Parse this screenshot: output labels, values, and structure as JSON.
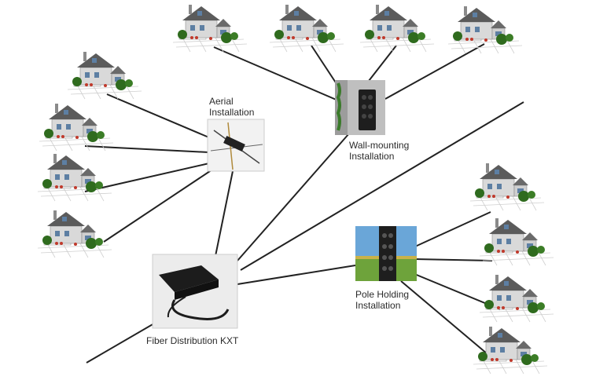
{
  "nodes": {
    "aerial": {
      "label": "Aerial\nInstallation"
    },
    "wall": {
      "label": "Wall-mounting\nInstallation"
    },
    "pole": {
      "label": "Pole Holding\nInstallation"
    },
    "kxt": {
      "label": "Fiber Distribution KXT"
    }
  },
  "houses_count": 12,
  "colors": {
    "line": "#222222",
    "house_wall": "#dcdcdc",
    "house_roof": "#5a5a5a",
    "tree": "#2f6b1e",
    "flower": "#c0392b",
    "pole_sky": "#6aa6d8",
    "pole_field": "#6ea33b",
    "wall_gray": "#bfbfbf"
  }
}
